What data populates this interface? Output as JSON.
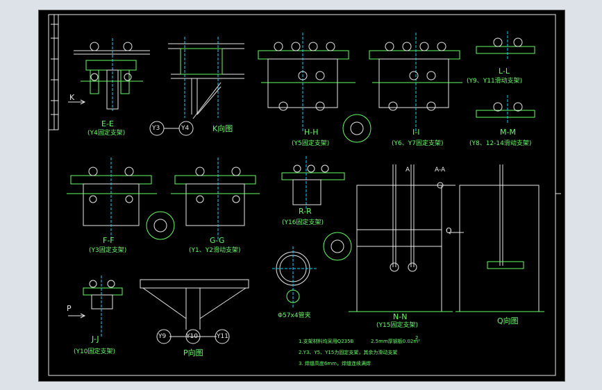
{
  "colors": {
    "bg": "#000000",
    "line": "#e8e8e8",
    "green": "#66ff66",
    "cyan": "#00d8ff",
    "page": "#dde1e8"
  },
  "views": {
    "ee_title": "E-E",
    "ee_caption": "(Y4固定支架)",
    "k_view_mark": "K",
    "k_bubbles": [
      "Y3",
      "Y4"
    ],
    "k_caption": "K向图",
    "hh_title": "H-H",
    "hh_caption": "(Y5固定支架)",
    "ii_title": "I-I",
    "ii_caption": "(Y6、Y7固定支架)",
    "ll_title": "L-L",
    "ll_caption": "(Y9、Y11滑动支架)",
    "mm_title": "M-M",
    "mm_caption": "(Y8、12-14滑动支架)",
    "ff_title": "F-F",
    "ff_caption": "(Y3固定支架)",
    "gg_title": "G-G",
    "gg_caption": "(Y1、Y2滑动支架)",
    "rr_title": "R-R",
    "rr_caption": "(Y16固定支架)",
    "aa_title": "A-A",
    "a_mark": "A",
    "q_mark": "Q",
    "nn_title": "N-N",
    "nn_caption": "(Y15固定支架)",
    "q_caption": "Q向图",
    "p_mark": "P",
    "jj_title": "J-J",
    "jj_caption": "(Y10固定支架)",
    "p_bubbles": [
      "Y9",
      "Y10",
      "Y11"
    ],
    "p_caption": "P向图",
    "pipe_caption": "Φ57x4管夹"
  },
  "notes": {
    "line1": "1.支架材料均采用Q235B",
    "line1_tail": "2.5mm厚钢板0.02m²",
    "line1_tail_num": "2",
    "line2": "2.Y3、Y5、Y15为固定支架，其余为滑动支架",
    "line3": "3. 焊缝高度6mm，焊缝连续满焊"
  }
}
